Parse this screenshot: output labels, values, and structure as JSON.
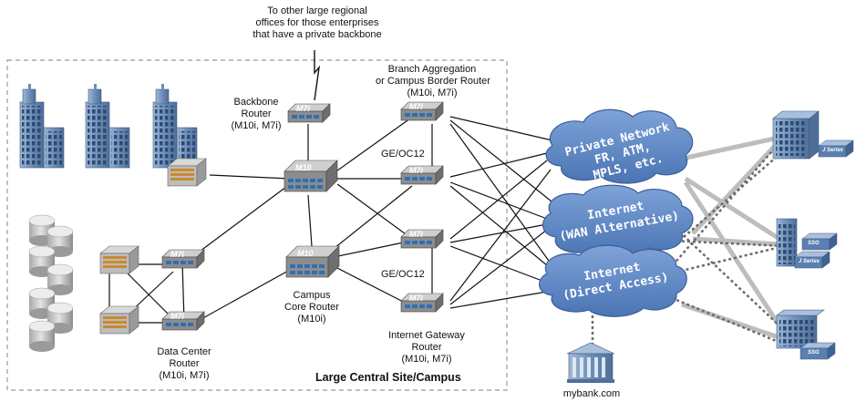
{
  "labels": {
    "to_other_offices": [
      "To other large regional",
      "offices for those enterprises",
      "that have a private backbone"
    ],
    "branch_aggregation": [
      "Branch Aggregation",
      "or Campus Border Router",
      "(M10i, M7i)"
    ],
    "backbone_router": [
      "Backbone",
      "Router",
      "(M10i, M7i)"
    ],
    "ge_oc12_top": "GE/OC12",
    "ge_oc12_bottom": "GE/OC12",
    "campus_core_router": [
      "Campus",
      "Core Router",
      "(M10i)"
    ],
    "internet_gateway_router": [
      "Internet Gateway",
      "Router",
      "(M10i, M7i)"
    ],
    "data_center_router": [
      "Data Center",
      "Router",
      "(M10i, M7i)"
    ],
    "site_label": "Large Central Site/Campus",
    "mybank": "mybank.com"
  },
  "clouds": {
    "private_network": [
      "Private Network",
      "FR, ATM,",
      "MPLS, etc."
    ],
    "internet_wan": [
      "Internet",
      "(WAN Alternative)"
    ],
    "internet_direct": [
      "Internet",
      "(Direct Access)"
    ]
  },
  "router_models": {
    "m7i": "M7i",
    "m10": "M10"
  },
  "device_labels": {
    "j_series": "J Series",
    "ssg": "SSG"
  },
  "colors": {
    "cloud_blue": "#5b86c4",
    "cloud_dark": "#3c5f99",
    "router_gray": "#8a8a8a",
    "building_blue": "#6c8fb8",
    "thick_link_gray": "#b8b8b8",
    "border_dash": "#9a9a9a"
  }
}
